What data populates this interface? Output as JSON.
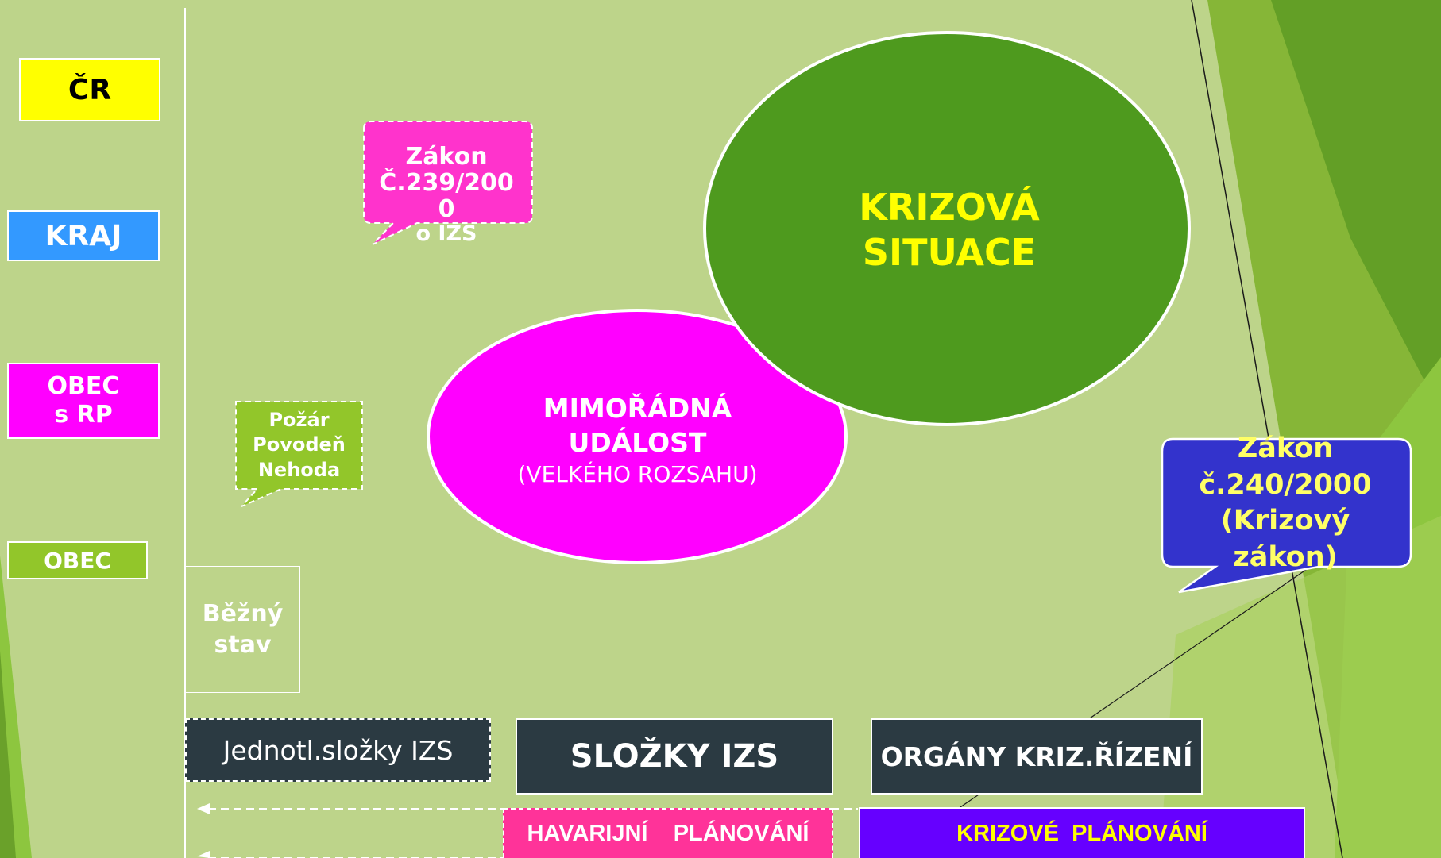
{
  "levels": {
    "cr": "ČR",
    "kraj": "KRAJ",
    "obec_rp": [
      "OBEC",
      "s RP"
    ],
    "obec": "OBEC"
  },
  "bezny_stav": [
    "Běžný",
    "stav"
  ],
  "callouts": {
    "izs_law": [
      "Zákon",
      "Č.239/200",
      "0",
      "o IZS"
    ],
    "events": [
      "Požár",
      "Povodeň",
      "Nehoda"
    ],
    "crisis_law": [
      "Zákon",
      "č.240/2000",
      "(Krizový zákon)"
    ]
  },
  "ellipses": {
    "krizova": [
      "KRIZOVÁ",
      "SITUACE"
    ],
    "mimoradna": [
      "MIMOŘÁDNÁ",
      "UDÁLOST"
    ],
    "mimoradna_sub": "(VELKÉHO ROZSAHU)"
  },
  "bottom": {
    "jednotl": "Jednotl.složky IZS",
    "slozky": "SLOŽKY IZS",
    "organy": "ORGÁNY KRIZ.ŘÍZENÍ",
    "havarijni": "HAVARIJNÍ    PLÁNOVÁNÍ",
    "krizove": "KRIZOVÉ  PLÁNOVÁNÍ"
  },
  "colors": {
    "background": "#bdd48a",
    "cr": "#ffff00",
    "kraj": "#3399ff",
    "obec_rp": "#ff00ff",
    "obec": "#92c62a",
    "krizova": "#4e9a1e",
    "krizova_text": "#ffff00",
    "mimoradna": "#ff00ff",
    "crisis_law": "#3333cc",
    "crisis_law_text": "#ffff66",
    "dark_box": "#2b3a42",
    "havarijni": "#ff3399",
    "krizove": "#6600ff"
  }
}
